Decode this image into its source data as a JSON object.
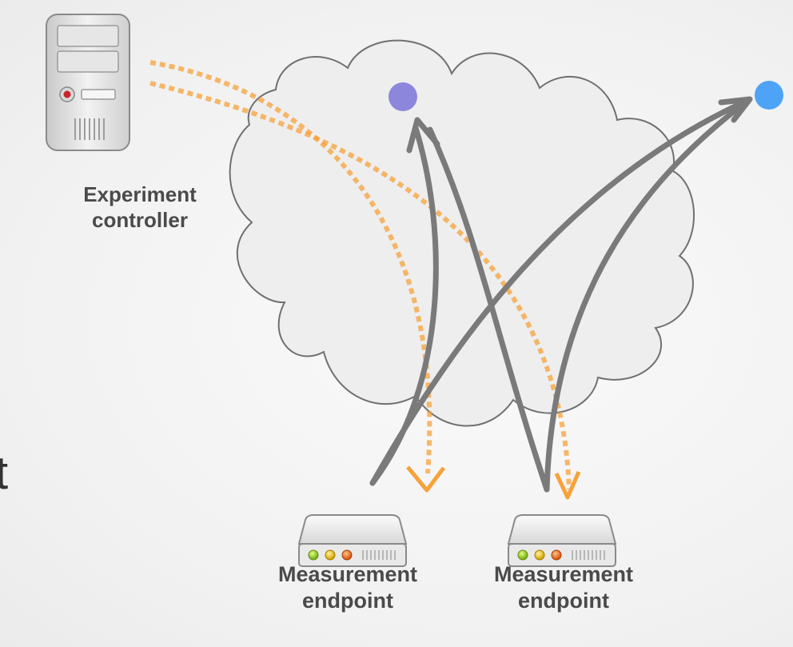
{
  "labels": {
    "experiment_controller": [
      "Experiment",
      "controller"
    ],
    "endpoint_1": [
      "Measurement",
      "endpoint"
    ],
    "endpoint_2": [
      "Measurement",
      "endpoint"
    ]
  },
  "edge_text": "t",
  "colors": {
    "cloud_fill": "#eeeeee",
    "cloud_stroke": "#707070",
    "target_1": "#8c87dc",
    "target_2": "#4da4f6",
    "probe_arrow": "#7a7a7a",
    "control_arrow": "#f7a23a"
  },
  "icons": {
    "controller": "server-tower-icon",
    "endpoint": "network-device-icon"
  }
}
